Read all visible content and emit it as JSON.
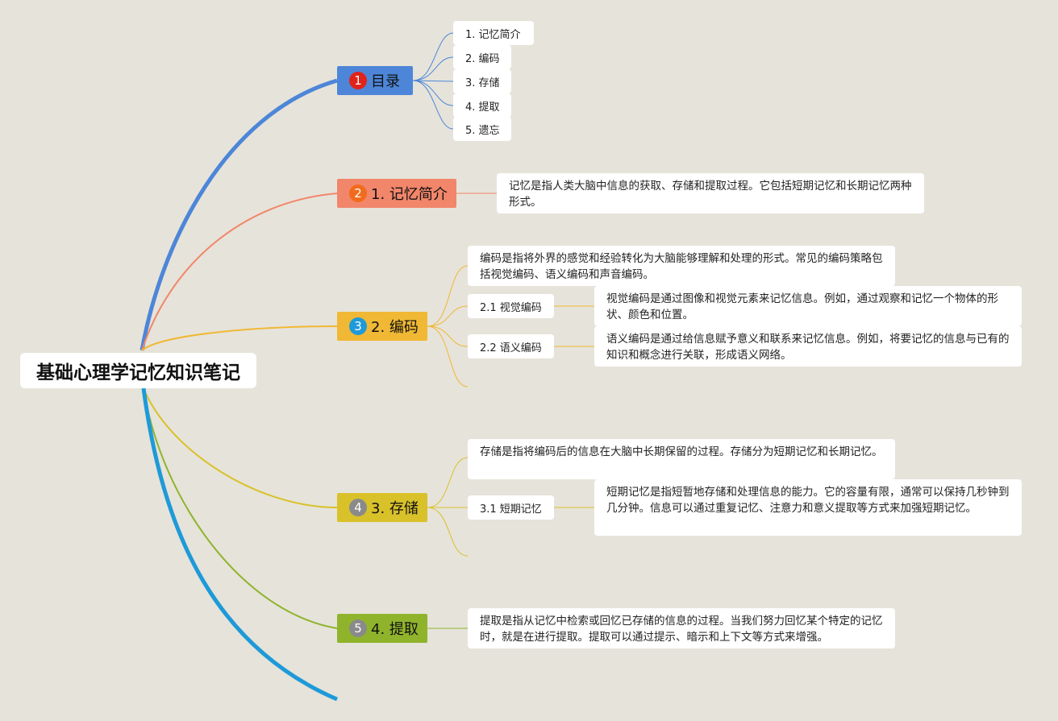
{
  "root": {
    "title": "基础心理学记忆知识笔记"
  },
  "branches": {
    "toc": {
      "number": "1",
      "label": "目录",
      "color": "#4d86d8",
      "badge_color": "#e0231b",
      "items": [
        "1. 记忆简介",
        "2. 编码",
        "3. 存储",
        "4. 提取",
        "5. 遗忘"
      ]
    },
    "intro": {
      "number": "2",
      "label": "1. 记忆简介",
      "color": "#f2866a",
      "badge_color": "#f26b1d",
      "desc": "记忆是指人类大脑中信息的获取、存储和提取过程。它包括短期记忆和长期记忆两种形式。"
    },
    "encoding": {
      "number": "3",
      "label": "2. 编码",
      "color": "#f0b834",
      "badge_color": "#1e9ad8",
      "desc": "编码是指将外界的感觉和经验转化为大脑能够理解和处理的形式。常见的编码策略包括视觉编码、语义编码和声音编码。",
      "sub1": {
        "label": "2.1 视觉编码",
        "desc": "视觉编码是通过图像和视觉元素来记忆信息。例如，通过观察和记忆一个物体的形状、颜色和位置。"
      },
      "sub2": {
        "label": "2.2 语义编码",
        "desc": "语义编码是通过给信息赋予意义和联系来记忆信息。例如，将要记忆的信息与已有的知识和概念进行关联，形成语义网络。"
      }
    },
    "storage": {
      "number": "4",
      "label": "3. 存储",
      "color": "#d9c12a",
      "badge_color": "#8a8a8a",
      "desc": "存储是指将编码后的信息在大脑中长期保留的过程。存储分为短期记忆和长期记忆。",
      "sub1": {
        "label": "3.1 短期记忆",
        "desc": "短期记忆是指短暂地存储和处理信息的能力。它的容量有限，通常可以保持几秒钟到几分钟。信息可以通过重复记忆、注意力和意义提取等方式来加强短期记忆。"
      }
    },
    "retrieval": {
      "number": "5",
      "label": "4. 提取",
      "color": "#8fb42c",
      "badge_color": "#8a8a8a",
      "desc": "提取是指从记忆中检索或回忆已存储的信息的过程。当我们努力回忆某个特定的记忆时，就是在进行提取。提取可以通过提示、暗示和上下文等方式来增强。"
    }
  },
  "colors": {
    "background": "#e6e3da",
    "forgetting_branch": "#1e9ad8"
  }
}
